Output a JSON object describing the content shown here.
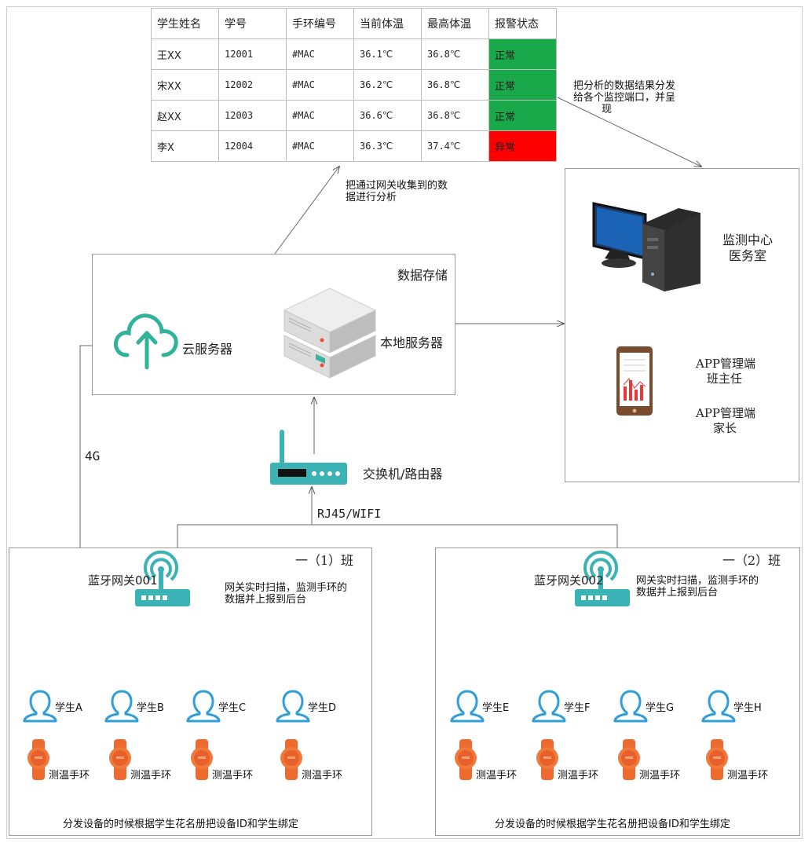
{
  "table": {
    "headers": [
      "学生姓名",
      "学号",
      "手环编号",
      "当前体温",
      "最高体温",
      "报警状态"
    ],
    "rows": [
      {
        "name": "王XX",
        "id": "12001",
        "band": "#MAC",
        "current": "36.1℃",
        "max": "36.8℃",
        "status": "正常",
        "status_color": "#19a84a"
      },
      {
        "name": "宋XX",
        "id": "12002",
        "band": "#MAC",
        "current": "36.2℃",
        "max": "36.8℃",
        "status": "正常",
        "status_color": "#19a84a"
      },
      {
        "name": "赵XX",
        "id": "12003",
        "band": "#MAC",
        "current": "36.6℃",
        "max": "36.8℃",
        "status": "正常",
        "status_color": "#19a84a"
      },
      {
        "name": "李X",
        "id": "12004",
        "band": "#MAC",
        "current": "36.3℃",
        "max": "37.4℃",
        "status": "异常",
        "status_color": "#ff0000"
      }
    ]
  },
  "notes": {
    "analysis_line1": "把通过网关收集到的数",
    "analysis_line2": "据进行分析",
    "distribute_line1": "把分析的数据结果分发",
    "distribute_line2": "给各个监控端口，并呈",
    "distribute_line3": "现"
  },
  "storage": {
    "title": "数据存储",
    "cloud_label": "云服务器",
    "local_label": "本地服务器"
  },
  "monitor": {
    "pc_line1": "监测中心",
    "pc_line2": "医务室",
    "app1_line1": "APP管理端",
    "app1_line2": "班主任",
    "app2_line1": "APP管理端",
    "app2_line2": "家长"
  },
  "network": {
    "router_label": "交换机/路由器",
    "rj45_label": "RJ45/WIFI",
    "link_4g": "4G"
  },
  "classes": [
    {
      "title": "一（1）班",
      "gateway": "蓝牙网关001",
      "gateway_note1": "网关实时扫描，监测手环的",
      "gateway_note2": "数据并上报到后台",
      "students": [
        "学生A",
        "学生B",
        "学生C",
        "学生D"
      ],
      "band_label": "测温手环",
      "footer": "分发设备的时候根据学生花名册把设备ID和学生绑定"
    },
    {
      "title": "一（2）班",
      "gateway": "蓝牙网关002",
      "gateway_note1": "网关实时扫描，监测手环的",
      "gateway_note2": "数据并上报到后台",
      "students": [
        "学生E",
        "学生F",
        "学生G",
        "学生H"
      ],
      "band_label": "测温手环",
      "footer": "分发设备的时候根据学生花名册把设备ID和学生绑定"
    }
  ],
  "colors": {
    "teal": "#3bb3b4",
    "orange": "#ef6a2e",
    "student_blue": "#2f9fd8",
    "status_ok": "#19a84a",
    "status_alarm": "#ff0000",
    "red_text": "#e0201a"
  },
  "icons": [
    "cloud-upload-icon",
    "server-icon",
    "router-icon",
    "desktop-pc-icon",
    "phone-app-icon",
    "bluetooth-gateway-icon",
    "student-icon",
    "wristband-icon"
  ]
}
